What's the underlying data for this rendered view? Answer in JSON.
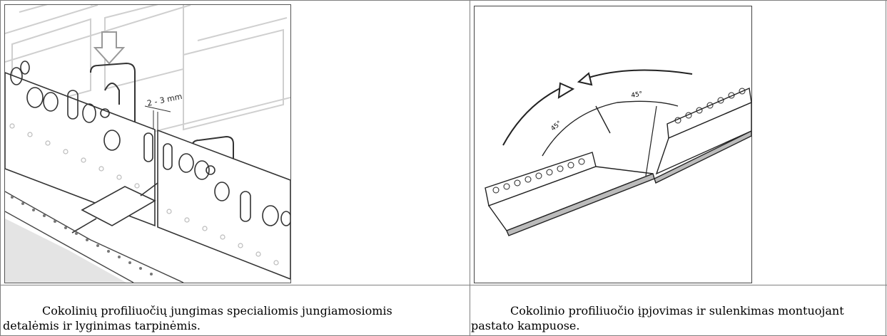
{
  "table": {
    "rows": [
      {
        "left_caption": "Cokolinių profiliuočių jungimas specialiomis jungiamosiomis detalėmis ir lyginimas tarpinėmis.",
        "right_caption": "Cokolinio profiliuočio įpjovimas ir sulenkimas montuojant pastato kampuose."
      }
    ]
  },
  "figures": {
    "left": {
      "gap_label": "2 - 3 mm"
    },
    "right": {
      "angle_label_1": "45°",
      "angle_label_2": "45°"
    }
  }
}
